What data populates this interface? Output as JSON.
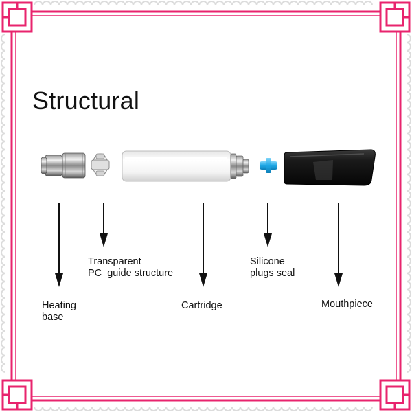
{
  "title": "Structural",
  "labels": {
    "heating_base": [
      "Heating",
      "base"
    ],
    "pc_guide": [
      "Transparent",
      "PC  guide structure"
    ],
    "cartridge": [
      "Cartridge"
    ],
    "silicone_plugs": [
      "Silicone",
      "plugs seal"
    ],
    "mouthpiece": [
      "Mouthpiece"
    ]
  },
  "colors": {
    "frame": "#e8246e",
    "scallop_border": "#dcdcdc",
    "silicone_plug": "#1fa8e6",
    "arrow": "#111111"
  }
}
